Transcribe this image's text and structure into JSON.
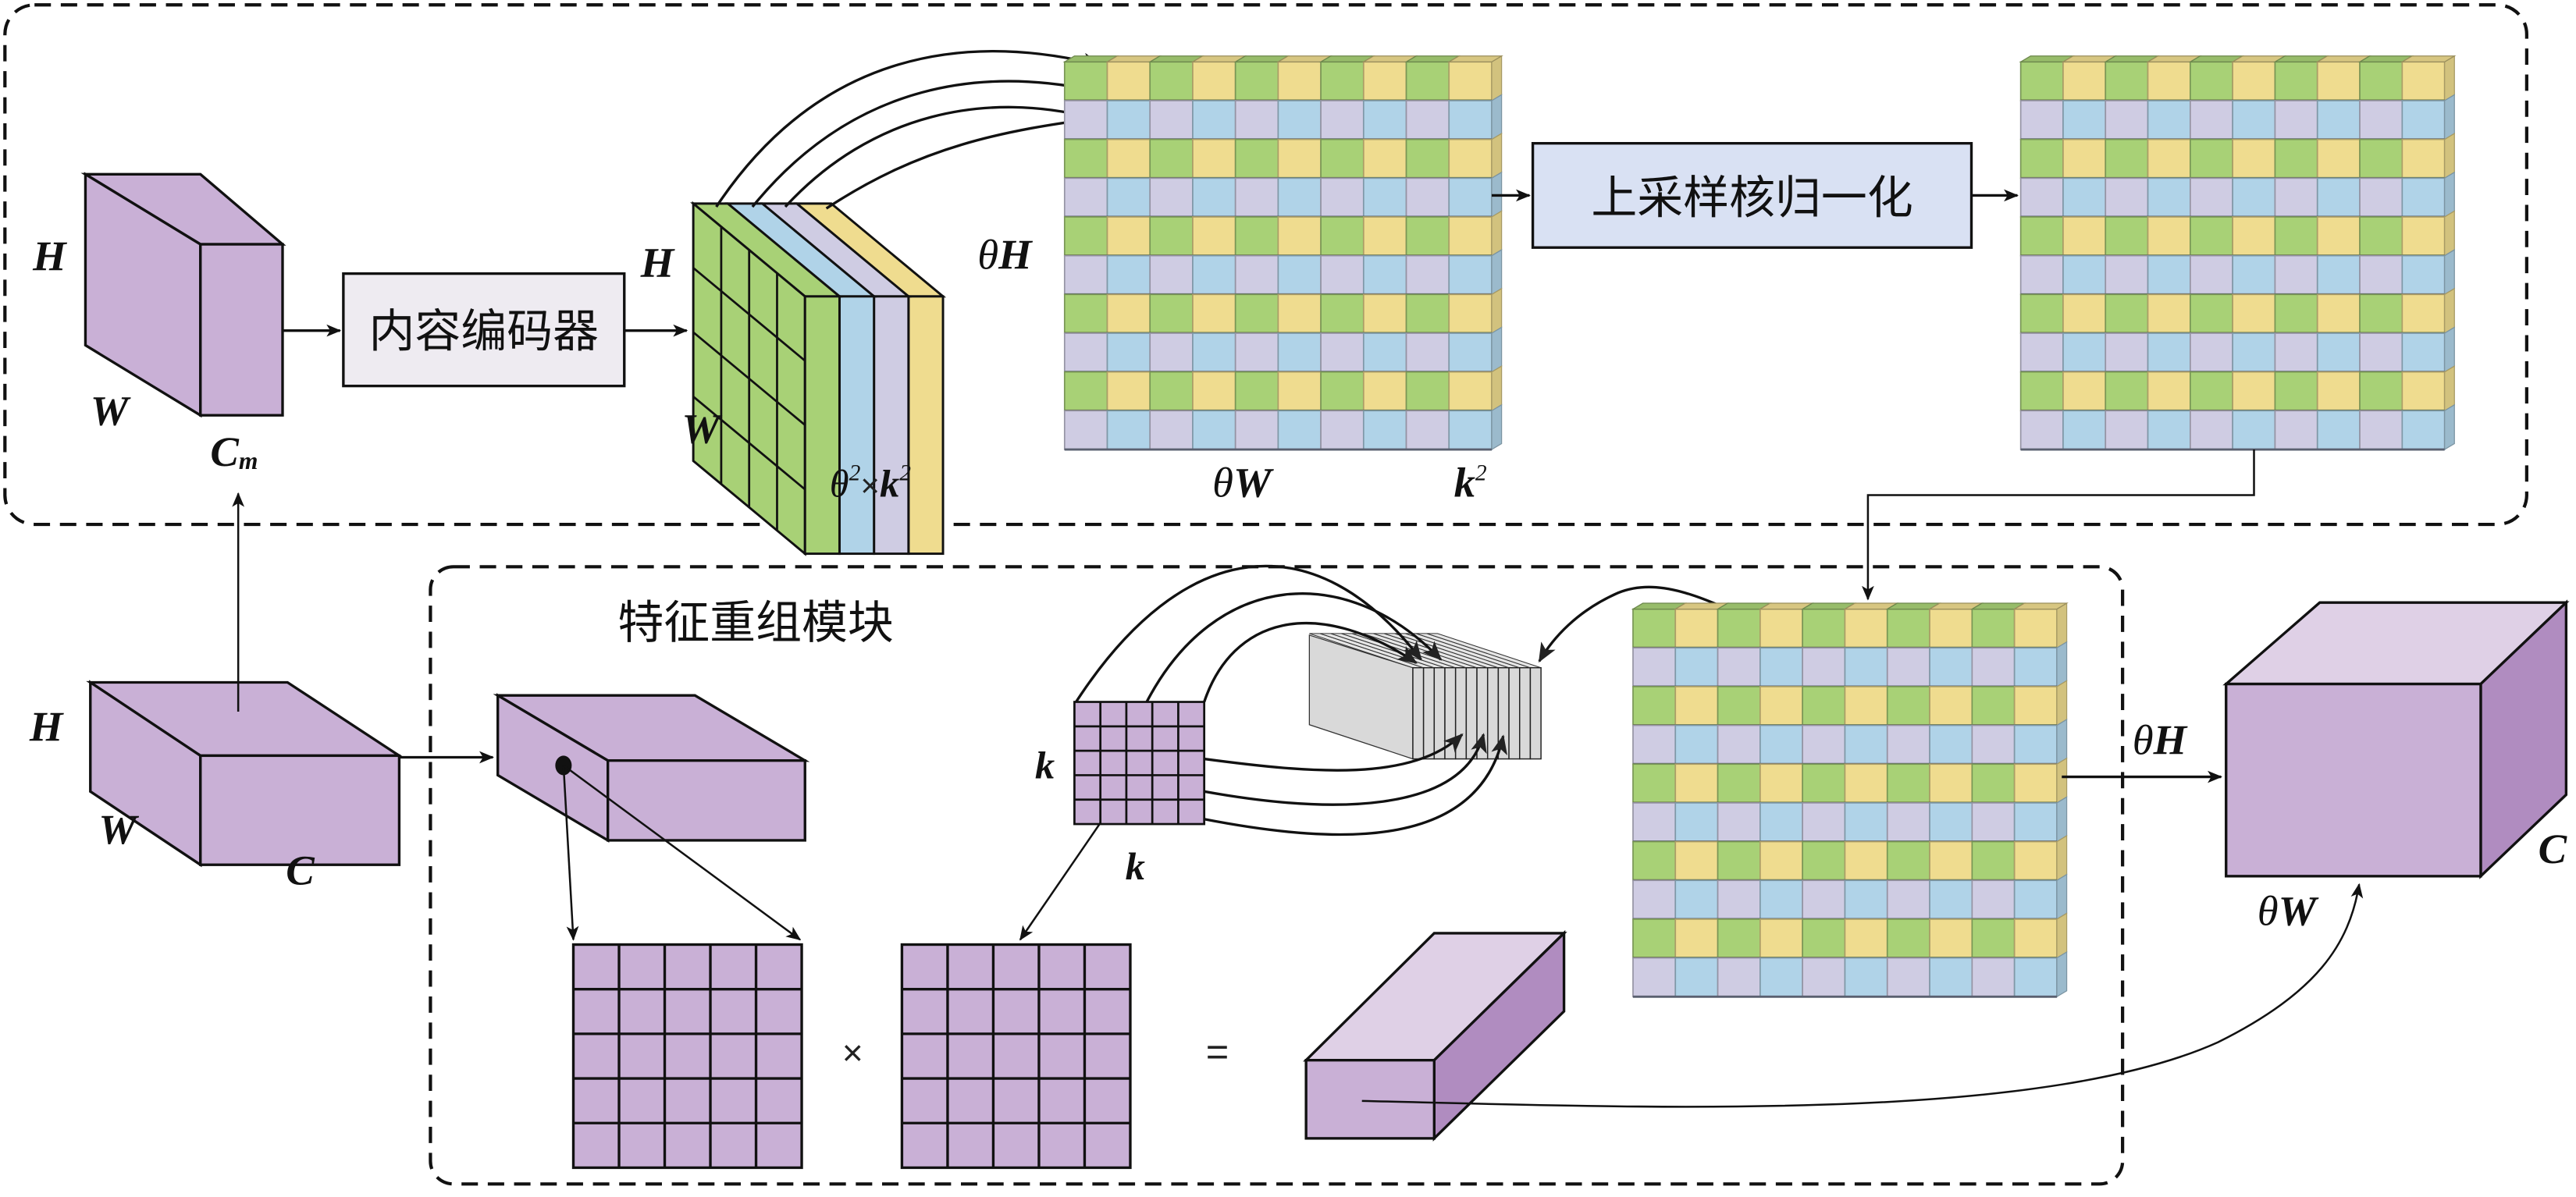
{
  "colors": {
    "purple_front": "#c9b0d6",
    "purple_top": "#dfd0e6",
    "purple_side": "#b08cc0",
    "green": "#a8d176",
    "yellow": "#efdc8f",
    "lavender": "#cfcce3",
    "blue": "#b0d3e8",
    "gray_stack": "#d9d9d9",
    "encoder_box": "#eeebf1",
    "normalize_box": "#d9e1f3"
  },
  "content_aware_branch": {
    "input_feature": {
      "h_label": "H",
      "w_label": "W",
      "c_label": "C",
      "c_sub": "m"
    },
    "encoder_box_label": "内容编码器",
    "encoded_block": {
      "h_label": "H",
      "w_label": "W",
      "depth_label_theta": "θ",
      "depth_label_sup1": "2",
      "depth_label_times": "×",
      "depth_label_k": "k",
      "depth_label_sup2": "2"
    },
    "kernel_map": {
      "h_label_theta": "θ",
      "h_label_var": "H",
      "w_label_theta": "θ",
      "w_label_var": "W",
      "c_label_k": "k",
      "c_label_sup": "2",
      "rows": 10,
      "cols": 10
    },
    "normalize_box_label": "上采样核归一化",
    "normalized_map": {
      "rows": 10,
      "cols": 10
    }
  },
  "input_feature_map": {
    "h_label": "H",
    "w_label": "W",
    "c_label": "C"
  },
  "reassembly_module": {
    "title": "特征重组模块",
    "kernel": {
      "rows_label": "k",
      "cols_label": "k",
      "rows": 5,
      "cols": 5
    },
    "patch_grid": {
      "rows": 5,
      "cols": 5
    },
    "kernel_grid": {
      "rows": 5,
      "cols": 5
    },
    "times_symbol": "×",
    "equals_symbol": "=",
    "reassembled_map": {
      "rows": 10,
      "cols": 10
    }
  },
  "output_feature": {
    "h_label_theta": "θ",
    "h_label_var": "H",
    "w_label_theta": "θ",
    "w_label_var": "W",
    "c_label": "C"
  }
}
